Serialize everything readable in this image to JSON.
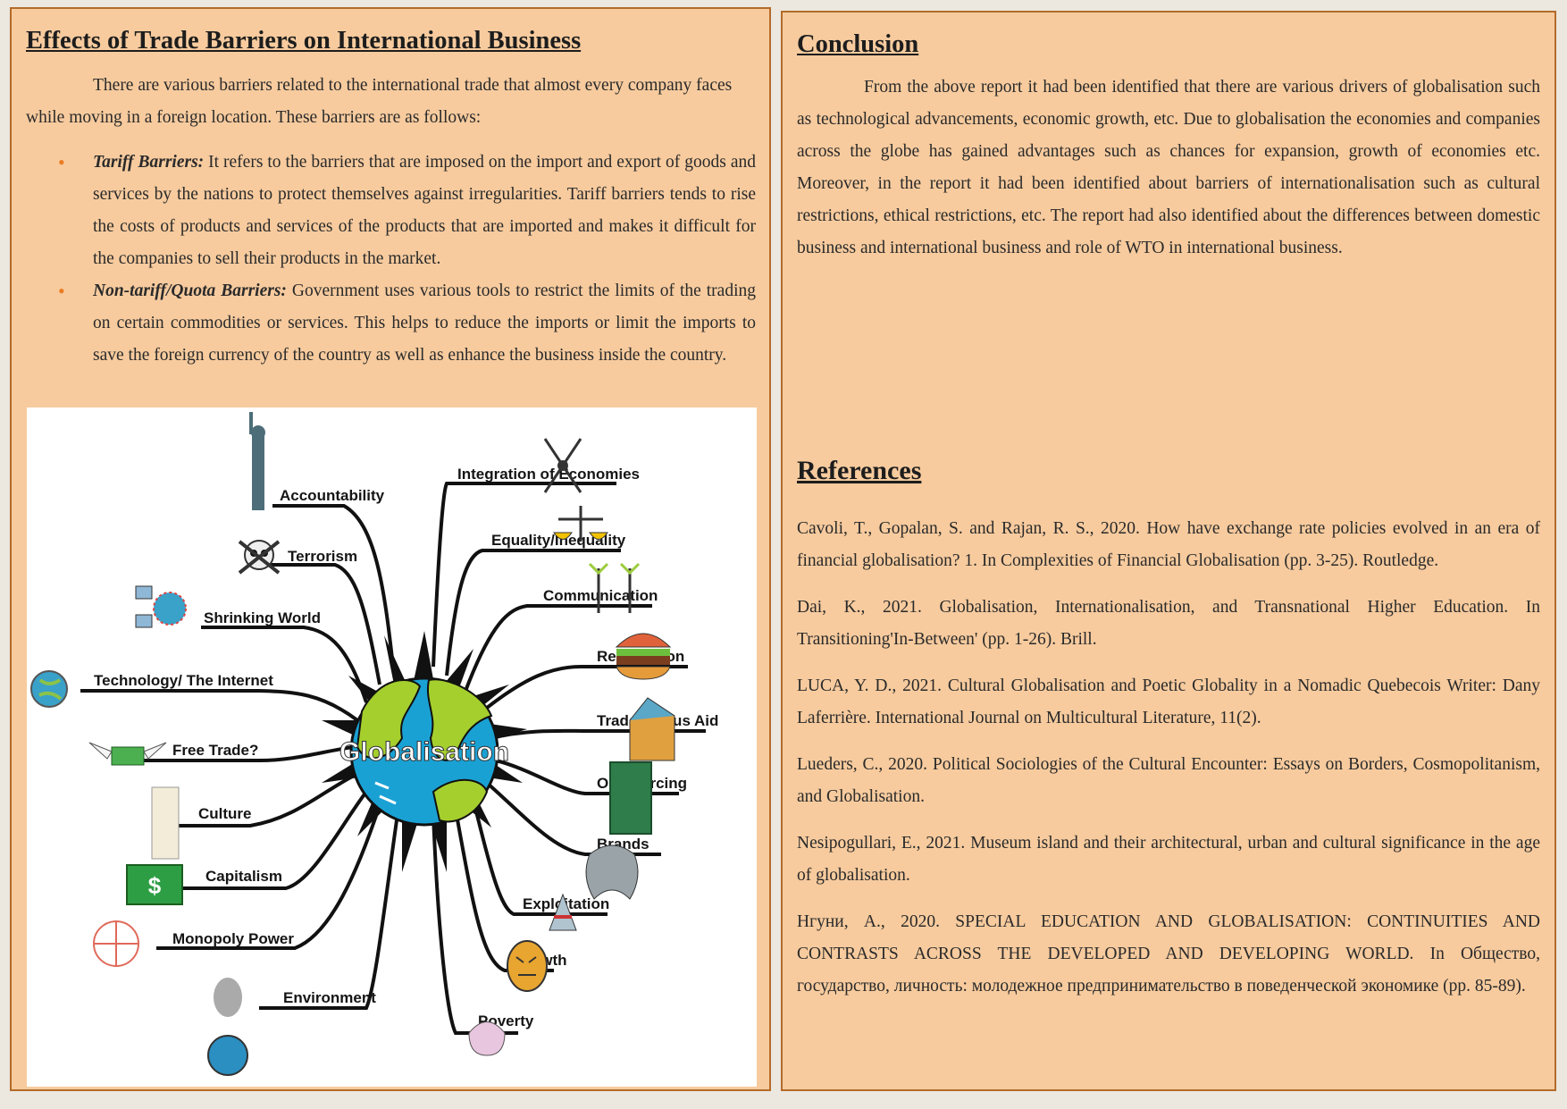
{
  "left": {
    "title": "Effects of Trade Barriers on International Business",
    "intro": "There are various barriers related to the international trade that almost every company faces while moving in a foreign location. These barriers are as follows:",
    "items": [
      {
        "term": "Tariff Barriers:",
        "text": " It refers to the barriers that are imposed on the import and export of goods and services by the nations to protect themselves against irregularities. Tariff barriers tends to rise the costs of products and services of the products that are imported and makes it difficult for the companies to sell their products in the market."
      },
      {
        "term": "Non-tariff/Quota Barriers:",
        "text": " Government uses various tools to restrict the limits of the trading on certain commodities or services. This helps to reduce the imports or limit the imports to save the foreign currency of the country as well as enhance the business inside the country."
      }
    ],
    "bullet_color": "#ea7d23",
    "mindmap": {
      "center": "Globalisation",
      "left_labels": [
        "Accountability",
        "Terrorism",
        "Shrinking World",
        "Technology/ The Internet",
        "Free Trade?",
        "Culture",
        "Capitalism",
        "Monopoly Power",
        "Environment"
      ],
      "right_labels": [
        "Integration of Economies",
        "Equality/Inequality",
        "Communication",
        "Recognition",
        "Trade versus Aid",
        "Outsourcing",
        "Brands",
        "Exploitation",
        "Growth",
        "Poverty"
      ],
      "icons": [
        "statue-of-liberty-icon",
        "skull-icon",
        "computers-globe-icon",
        "globe-network-icon",
        "winged-money-icon",
        "scroll-icon",
        "dollar-bill-icon",
        "globe-people-icon",
        "polluted-earth-icon",
        "compass-icon",
        "scales-icon",
        "antennas-icon",
        "burger-icon",
        "warehouse-icon",
        "circuit-board-icon",
        "gamepad-icon",
        "shark-icon",
        "tiger-icon",
        "rice-bowl-icon"
      ]
    }
  },
  "right": {
    "conclusion_title": "Conclusion",
    "conclusion_text": "From the above report it had been identified that there are various drivers of globalisation such as technological advancements, economic growth, etc. Due to globalisation the economies and companies across the globe has gained advantages such as chances for expansion, growth of economies etc. Moreover, in the report it had been identified about barriers of internationalisation such as cultural restrictions, ethical restrictions, etc. The report had also identified about the differences between domestic business and international business and role of WTO in international business.",
    "references_title": "References ",
    "references": [
      "Cavoli, T., Gopalan, S. and Rajan, R. S., 2020. How have exchange rate policies evolved in an era of financial globalisation? 1. In Complexities of Financial Globalisation (pp. 3-25). Routledge.",
      "Dai, K., 2021. Globalisation, Internationalisation, and Transnational Higher Education. In Transitioning'In-Between' (pp. 1-26). Brill.",
      "LUCA, Y. D., 2021. Cultural Globalisation and Poetic Globality in a Nomadic Quebecois Writer: Dany Laferrière. International Journal on Multicultural Literature, 11(2).",
      "Lueders, C., 2020. Political Sociologies of the Cultural Encounter: Essays on Borders, Cosmopolitanism, and Globalisation.",
      "Nesipogullari, E., 2021. Museum island and their architectural, urban and cultural significance in the age of globalisation.",
      "Нгуни, А., 2020. SPECIAL EDUCATION AND GLOBALISATION: CONTINUITIES AND CONTRASTS ACROSS THE DEVELOPED AND DEVELOPING WORLD. In Общество, государство, личность: молодежное предпринимательство в поведенческой экономике (pp. 85-89)."
    ]
  },
  "colors": {
    "page_bg": "#ece7df",
    "panel_bg": "#f7cb9e",
    "panel_border": "#b36b2a"
  }
}
